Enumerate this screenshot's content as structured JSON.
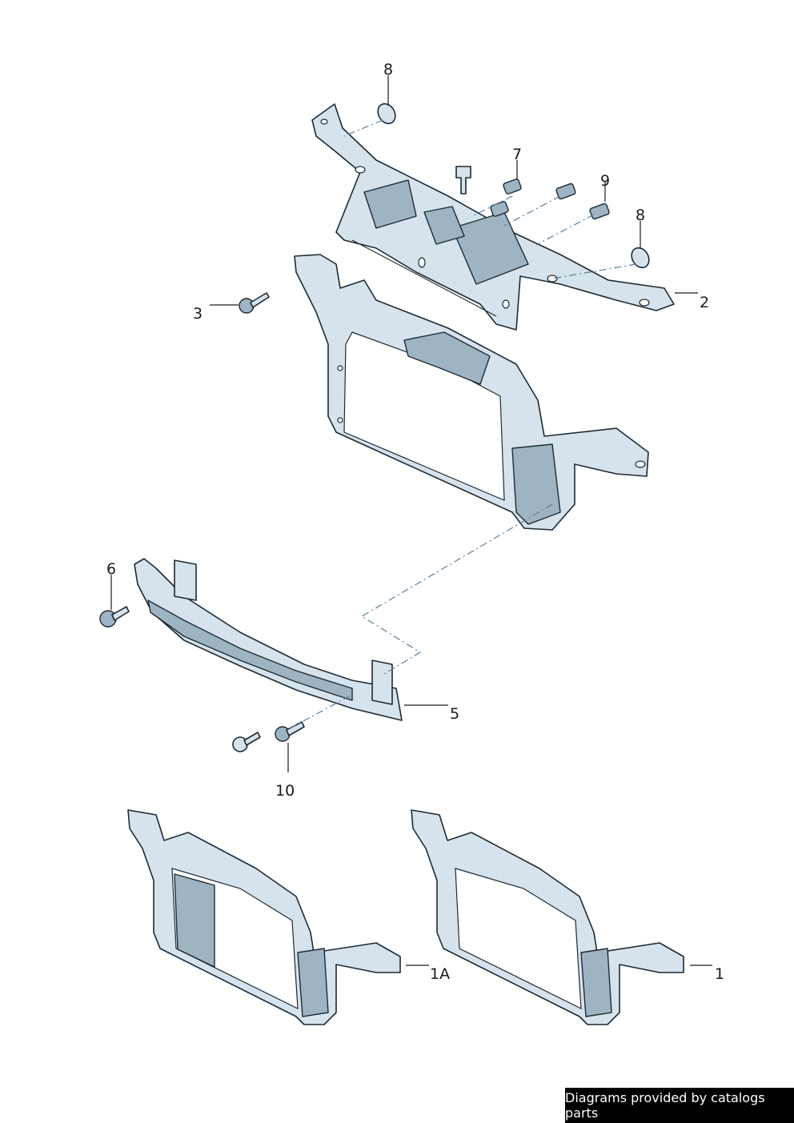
{
  "callouts": {
    "c8a": "8",
    "c7": "7",
    "c9": "9",
    "c8b": "8",
    "c2": "2",
    "c3": "3",
    "c6": "6",
    "c5": "5",
    "c10": "10",
    "c1A": "1A",
    "c1": "1"
  },
  "footer": {
    "text": "Diagrams provided by catalogs parts"
  }
}
